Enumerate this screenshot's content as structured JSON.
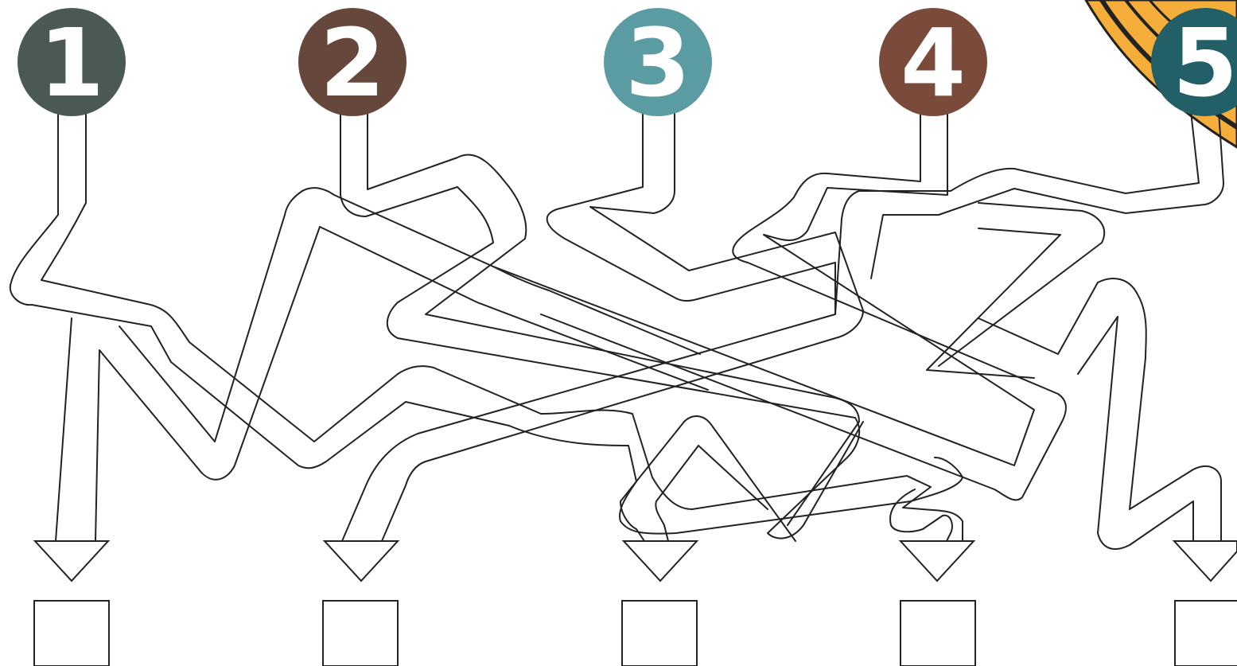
{
  "puzzle": {
    "starts": [
      {
        "label": "1",
        "color": "#4a5a52"
      },
      {
        "label": "2",
        "color": "#66473c"
      },
      {
        "label": "3",
        "color": "#5b9ba2"
      },
      {
        "label": "4",
        "color": "#7a4a3a"
      },
      {
        "label": "5",
        "color": "#235f66"
      }
    ],
    "answer_boxes": [
      "",
      "",
      "",
      "",
      ""
    ],
    "decoration": {
      "color": "#f6ae3a"
    }
  }
}
